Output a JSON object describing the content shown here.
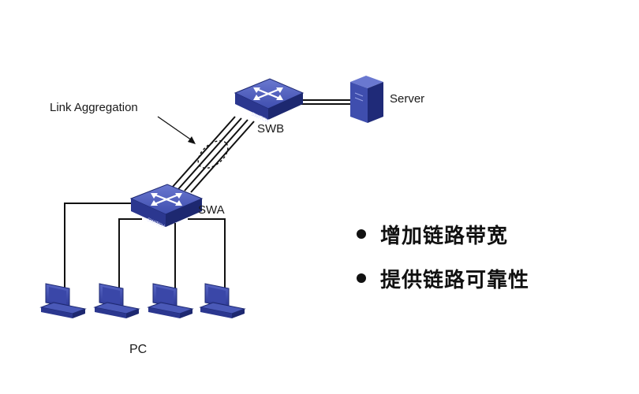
{
  "diagram": {
    "link_label": "Link Aggregation",
    "nodes": {
      "swb": "SWB",
      "swa": "SWA",
      "server": "Server",
      "pc_group": "PC"
    },
    "switch_badge": "SWITCH"
  },
  "benefits": [
    {
      "text": "增加链路带宽"
    },
    {
      "text": "提供链路可靠性"
    }
  ],
  "colors": {
    "device_top": "#4a59b8",
    "device_side": "#27338a",
    "device_dark": "#1d2870",
    "line": "#111111",
    "bullet": "#111111"
  }
}
